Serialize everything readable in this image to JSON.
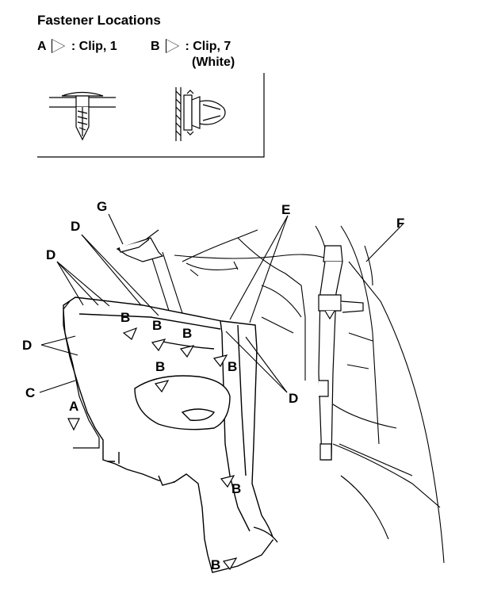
{
  "legend": {
    "title": "Fastener Locations",
    "a_letter": "A",
    "a_text": ": Clip, 1",
    "b_letter": "B",
    "b_text": ": Clip, 7",
    "b_note": "(White)"
  },
  "callouts": {
    "A": "A",
    "B": "B",
    "C": "C",
    "D": "D",
    "E": "E",
    "F": "F",
    "G": "G"
  }
}
